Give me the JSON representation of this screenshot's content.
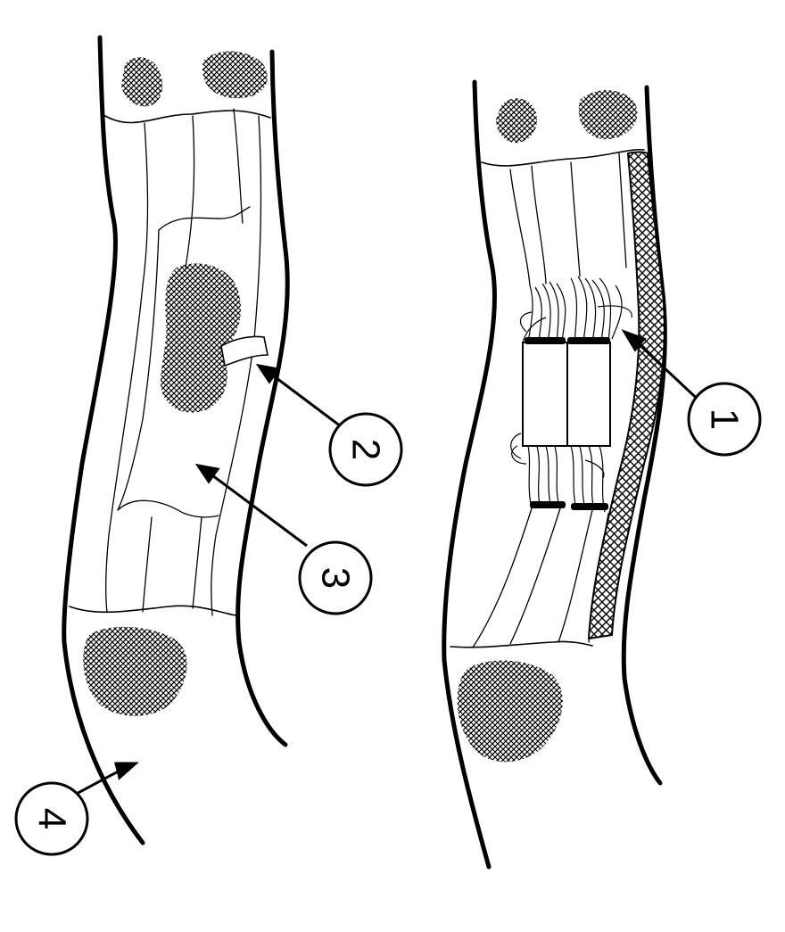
{
  "figure": {
    "description_free": true,
    "callouts": [
      {
        "id": "1",
        "label": "1"
      },
      {
        "id": "2",
        "label": "2"
      },
      {
        "id": "3",
        "label": "3"
      },
      {
        "id": "4",
        "label": "4"
      }
    ],
    "colors": {
      "ink": "#000000",
      "background": "#ffffff"
    }
  }
}
